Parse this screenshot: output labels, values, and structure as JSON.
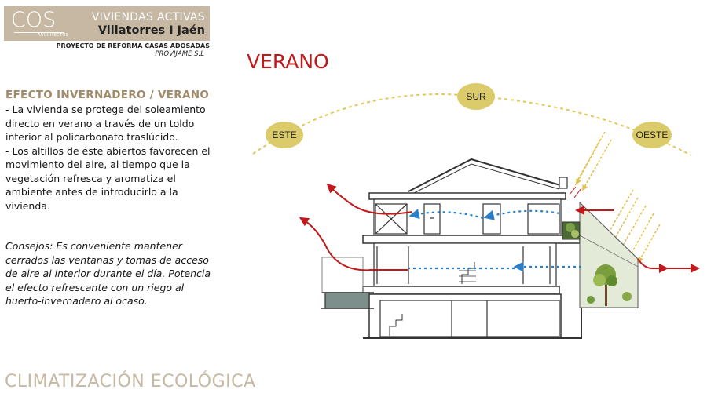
{
  "header": {
    "logo": "COS",
    "logo_sub": "ARQUITECTOS",
    "title": "VIVIENDAS ACTIVAS",
    "subtitle": "Villatorres I Jaén",
    "project": "PROYECTO DE REFORMA CASAS ADOSADAS",
    "client": "PROVIJAME S.L"
  },
  "season": "VERANO",
  "section": {
    "title": "EFECTO INVERNADERO / VERANO",
    "paragraphs": [
      "- La vivienda se protege del soleamiento directo en verano a través de un toldo interior al policarbonato traslúcido.",
      "- Los altillos de éste abiertos favorecen el movimiento del aire, al tiempo que la vegetación refresca y aromatiza el ambiente antes de introducirlo a la vivienda."
    ],
    "advice": "Consejos: Es conveniente mantener cerrados las ventanas y tomas de acceso de aire al interior durante el día. Potencia el efecto refrescante con un riego al huerto-invernadero al ocaso."
  },
  "sun_positions": {
    "east": "ESTE",
    "south": "SUR",
    "west": "OESTE"
  },
  "footer": "CLIMATIZACIÓN ECOLÓGICA",
  "colors": {
    "beige": "#c6b8a3",
    "sun_badge": "#dccb6b",
    "sun_path": "#e2c85a",
    "hot_air": "#c1181b",
    "cool_air": "#2a7fc6",
    "sun_ray": "#e0c04a",
    "season": "#c1181b"
  }
}
